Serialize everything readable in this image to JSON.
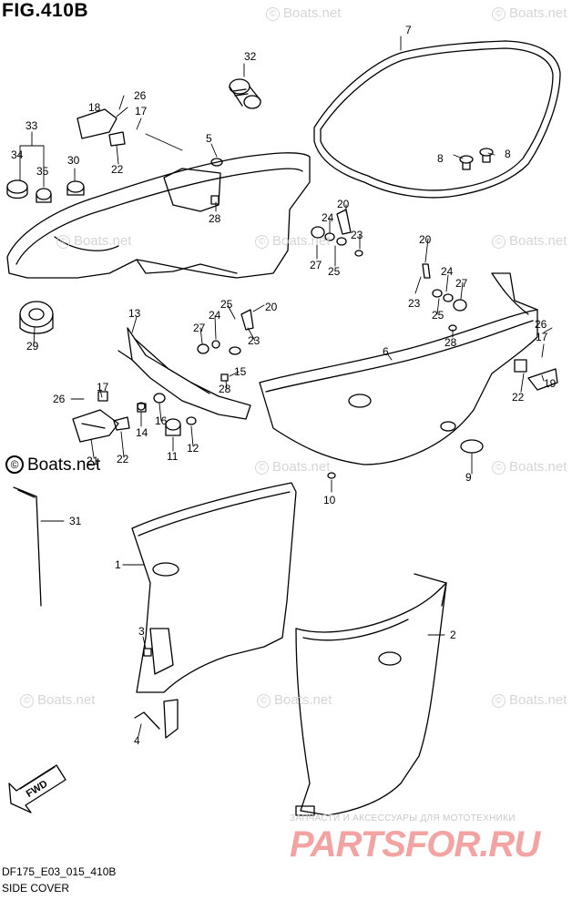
{
  "figure": {
    "title": "FIG.410B",
    "code": "DF175_E03_015_410B",
    "name": "SIDE COVER"
  },
  "watermarks": {
    "brand": "Boats.net",
    "dark_brand": "Boats.net",
    "copyright_symbol": "©",
    "ru_line": "ЗАПЧАСТИ И АКСЕССУАРЫ ДЛЯ МОТОТЕХНИКИ",
    "ru_logo": "PARTSFOR.RU"
  },
  "fwd_label": "FWD",
  "callouts": {
    "n1": "1",
    "n2": "2",
    "n3": "3",
    "n4": "4",
    "n5": "5",
    "n6": "6",
    "n7": "7",
    "n8a": "8",
    "n8b": "8",
    "n9": "9",
    "n10": "10",
    "n11": "11",
    "n12": "12",
    "n13": "13",
    "n14": "14",
    "n15": "15",
    "n16": "16",
    "n17a": "17",
    "n17b": "17",
    "n17c": "17",
    "n18": "18",
    "n19": "19",
    "n20a": "20",
    "n20b": "20",
    "n20c": "20",
    "n21": "21",
    "n22a": "22",
    "n22b": "22",
    "n22c": "22",
    "n23a": "23",
    "n23b": "23",
    "n23c": "23",
    "n24a": "24",
    "n24b": "24",
    "n24c": "24",
    "n25a": "25",
    "n25b": "25",
    "n25c": "25",
    "n26a": "26",
    "n26b": "26",
    "n26c": "26",
    "n27a": "27",
    "n27b": "27",
    "n27c": "27",
    "n28a": "28",
    "n28b": "28",
    "n28c": "28",
    "n29": "29",
    "n30": "30",
    "n31": "31",
    "n32": "32",
    "n33": "33",
    "n34": "34",
    "n35": "35"
  }
}
